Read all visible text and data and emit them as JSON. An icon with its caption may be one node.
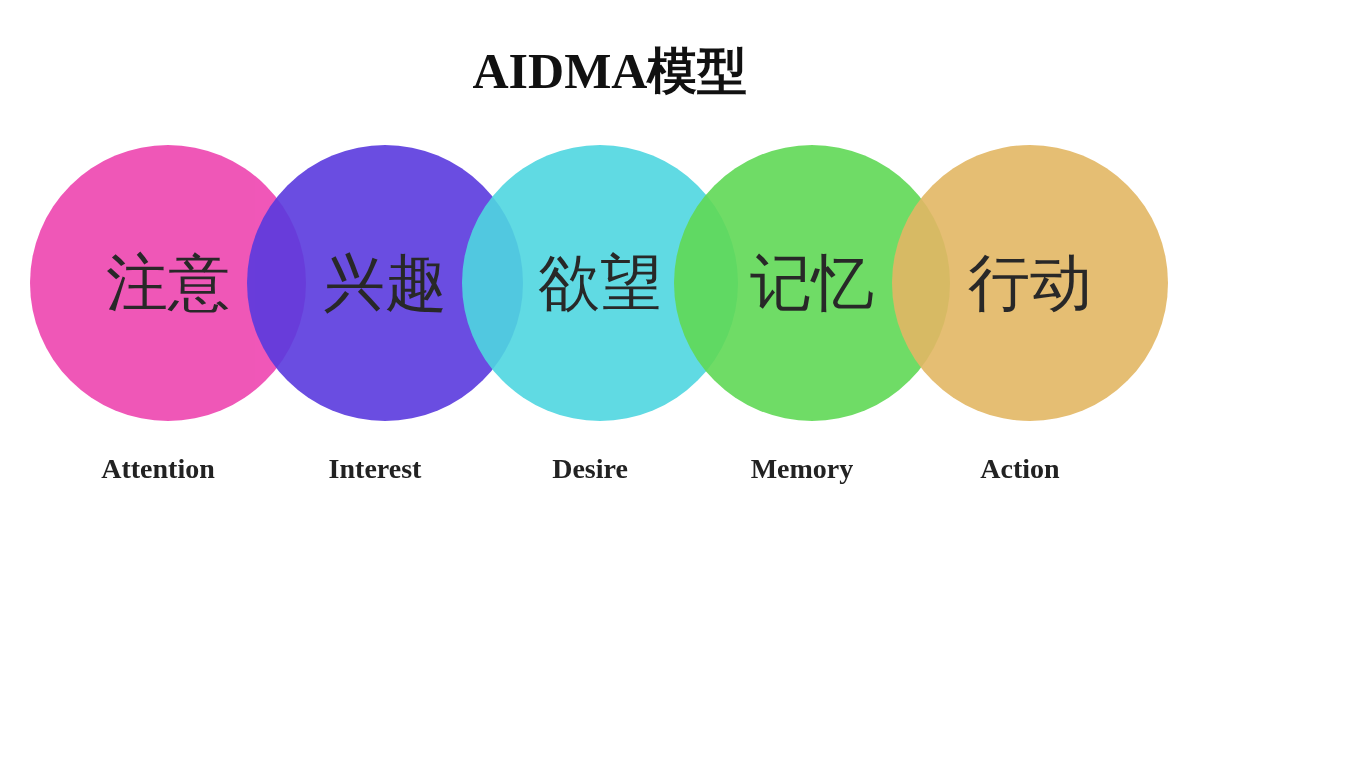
{
  "diagram": {
    "title": "AIDMA模型",
    "nodes": [
      {
        "text": [
          "注意"
        ],
        "beside": [
          "Attention"
        ]
      },
      {
        "text": [
          "兴趣"
        ],
        "beside": [
          "Interest"
        ]
      },
      {
        "text": [
          "欲望"
        ],
        "beside": [
          "Desire"
        ]
      },
      {
        "text": [
          "记忆"
        ],
        "beside": [
          "Memory"
        ]
      },
      {
        "text": [
          "行动"
        ],
        "beside": [
          "Action"
        ]
      }
    ]
  }
}
